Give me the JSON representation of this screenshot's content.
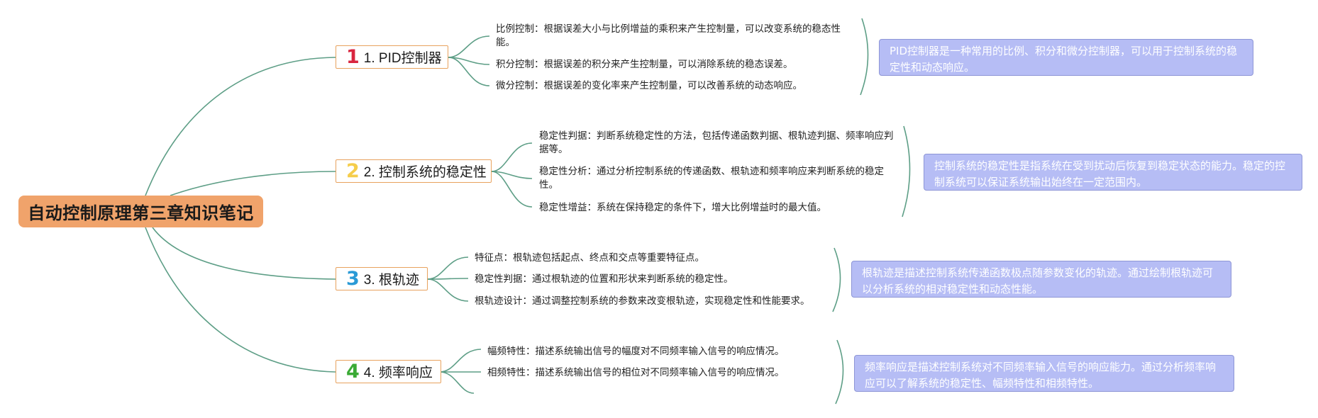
{
  "root": {
    "title": "自动控制原理第三章知识笔记"
  },
  "colors": {
    "root_fill": "#f0a36b",
    "topic_border": "#e8a25e",
    "connector": "#5d9e86",
    "summary_fill": "#b6bdf5",
    "summary_border": "#8e96d6",
    "number_1": "#d9263f",
    "number_2": "#f5cd4b",
    "number_3": "#2a9ad6",
    "number_4": "#3aaa35"
  },
  "topics": [
    {
      "number": "1",
      "label": "1. PID控制器",
      "subtopics": [
        "比例控制：根据误差大小与比例增益的乘积来产生控制量，可以改变系统的稳态性能。",
        "积分控制：根据误差的积分来产生控制量，可以消除系统的稳态误差。",
        "微分控制：根据误差的变化率来产生控制量，可以改善系统的动态响应。"
      ],
      "summary": "PID控制器是一种常用的比例、积分和微分控制器，可以用于控制系统的稳定性和动态响应。"
    },
    {
      "number": "2",
      "label": "2. 控制系统的稳定性",
      "subtopics": [
        "稳定性判据：判断系统稳定性的方法，包括传递函数判据、根轨迹判据、频率响应判据等。",
        "稳定性分析：通过分析控制系统的传递函数、根轨迹和频率响应来判断系统的稳定性。",
        "稳定性增益：系统在保持稳定的条件下，增大比例增益时的最大值。"
      ],
      "summary": "控制系统的稳定性是指系统在受到扰动后恢复到稳定状态的能力。稳定的控制系统可以保证系统输出始终在一定范围内。"
    },
    {
      "number": "3",
      "label": "3. 根轨迹",
      "subtopics": [
        "特征点：根轨迹包括起点、终点和交点等重要特征点。",
        "稳定性判据：通过根轨迹的位置和形状来判断系统的稳定性。",
        "根轨迹设计：通过调整控制系统的参数来改变根轨迹，实现稳定性和性能要求。"
      ],
      "summary": "根轨迹是描述控制系统传递函数极点随参数变化的轨迹。通过绘制根轨迹可以分析系统的相对稳定性和动态性能。"
    },
    {
      "number": "4",
      "label": "4. 频率响应",
      "subtopics": [
        "幅频特性：描述系统输出信号的幅度对不同频率输入信号的响应情况。",
        "相频特性：描述系统输出信号的相位对不同频率输入信号的响应情况。"
      ],
      "summary": "频率响应是描述控制系统对不同频率输入信号的响应能力。通过分析频率响应可以了解系统的稳定性、幅频特性和相频特性。"
    }
  ]
}
